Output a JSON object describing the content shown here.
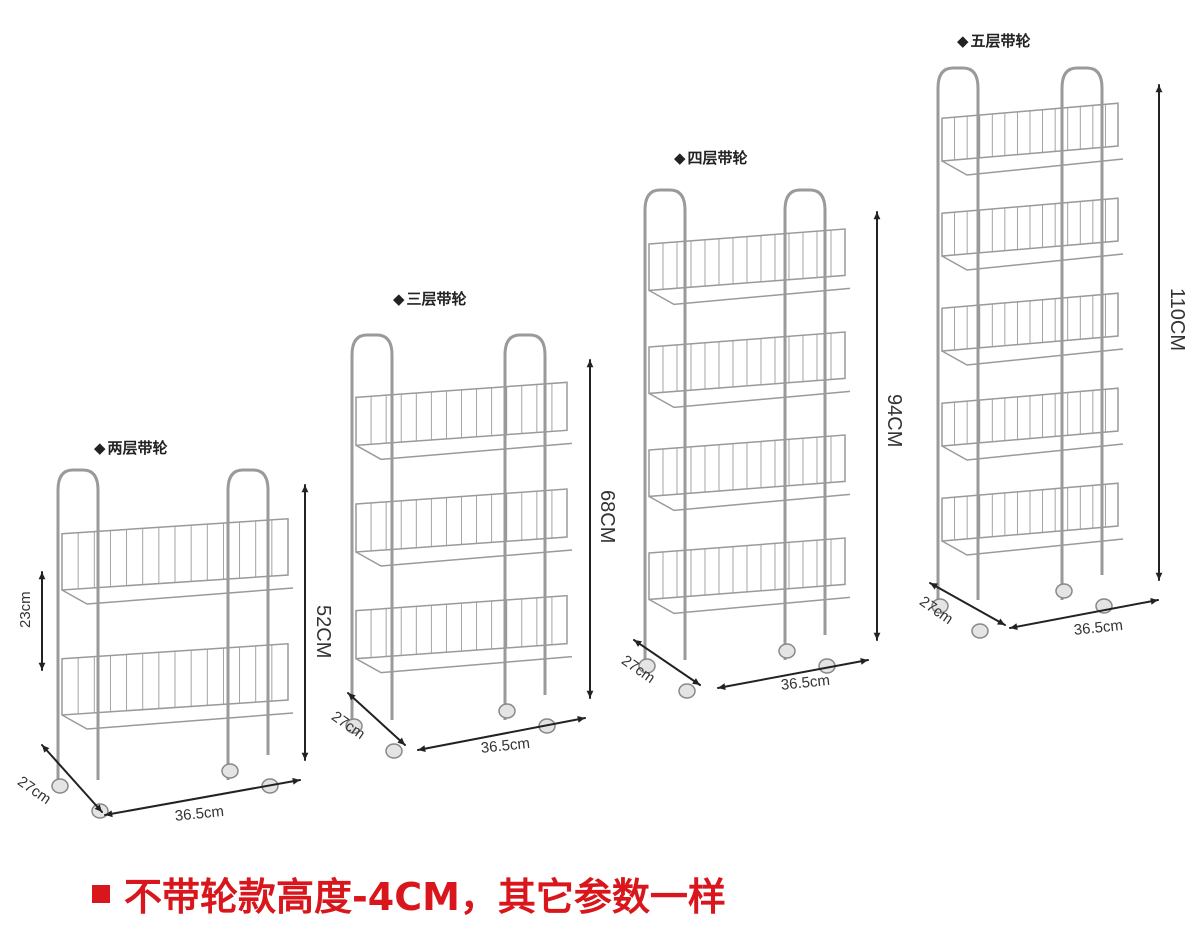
{
  "racks": [
    {
      "title": "两层带轮",
      "tiers": 2,
      "height_label": "52CM",
      "depth_label": "27cm",
      "width_label": "36.5cm",
      "tier_gap_label": "23cm"
    },
    {
      "title": "三层带轮",
      "tiers": 3,
      "height_label": "68CM",
      "depth_label": "27cm",
      "width_label": "36.5cm"
    },
    {
      "title": "四层带轮",
      "tiers": 4,
      "height_label": "94CM",
      "depth_label": "27cm",
      "width_label": "36.5cm"
    },
    {
      "title": "五层带轮",
      "tiers": 5,
      "height_label": "110CM",
      "depth_label": "27cm",
      "width_label": "36.5cm"
    }
  ],
  "notice": "不带轮款高度-4CM，其它参数一样",
  "colors": {
    "wire": "#9a9a9a",
    "notice": "#d8161c"
  }
}
